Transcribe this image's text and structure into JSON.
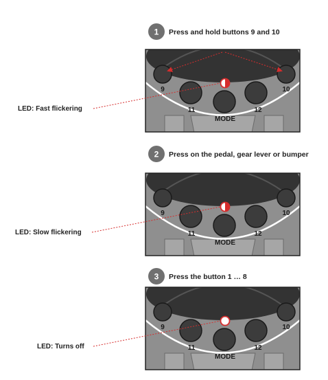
{
  "steps": [
    {
      "number": "1",
      "instruction": "Press and hold buttons 9 and 10",
      "led_label": "LED: Fast flickering",
      "led_state": "half",
      "highlight_buttons": true
    },
    {
      "number": "2",
      "instruction": "Press on the pedal, gear lever or bumper",
      "led_label": "LED: Slow flickering",
      "led_state": "half",
      "highlight_buttons": false
    },
    {
      "number": "3",
      "instruction": "Press the button 1 … 8",
      "led_label": "LED: Turns off",
      "led_state": "off",
      "highlight_buttons": false
    }
  ],
  "buttons": {
    "nine": "9",
    "ten": "10",
    "eleven": "11",
    "twelve": "12",
    "mode": "MODE"
  },
  "colors": {
    "panel": "#8f8f8f",
    "panel_light": "#a6a6a6",
    "dark": "#333333",
    "button": "#3c3c3c",
    "button_stroke": "#1a1a1a",
    "pointer": "#d62d2d",
    "badge": "#707070"
  }
}
